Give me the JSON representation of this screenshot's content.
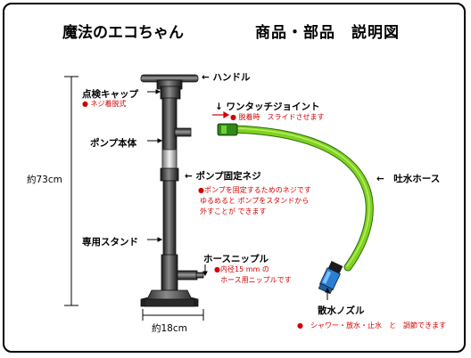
{
  "title": "魔法のエコちゃん",
  "subtitle": "商品・部品　説明図",
  "labels": {
    "handle": "← ハンドル",
    "inspection_cap": "点検キャップ",
    "inspection_cap_note": "● ネジ着脱式",
    "one_touch_joint": "↓ ワンタッチジョイント",
    "one_touch_joint_note": "● 脱着時　スライドさせます",
    "pump_body": "ポンプ本体",
    "pump_fix_screw": "← ポンプ固定ネジ",
    "pump_fix_screw_note_1": "●ポンプを固定するためのネジです",
    "pump_fix_screw_note_2": "ゆるめると ポンプをスタンドから",
    "pump_fix_screw_note_3": "外すことが できます",
    "discharge_hose": "←　吐水ホース",
    "dedicated_stand": "専用スタンド",
    "hose_nipple": "ホースニップル",
    "hose_nipple_note_1": "●内径15 mm の",
    "hose_nipple_note_2": "ホース用ニップルです",
    "spray_nozzle": "散水ノズル",
    "spray_nozzle_note": "●　シャワー・放水・止水　と　調節できます",
    "height": "約73cm",
    "width": "約18cm"
  },
  "colors": {
    "hose": "#7fd31f",
    "nozzle": "#2a7fd4",
    "note": "#d40000",
    "pump": "#3a3a3a"
  }
}
